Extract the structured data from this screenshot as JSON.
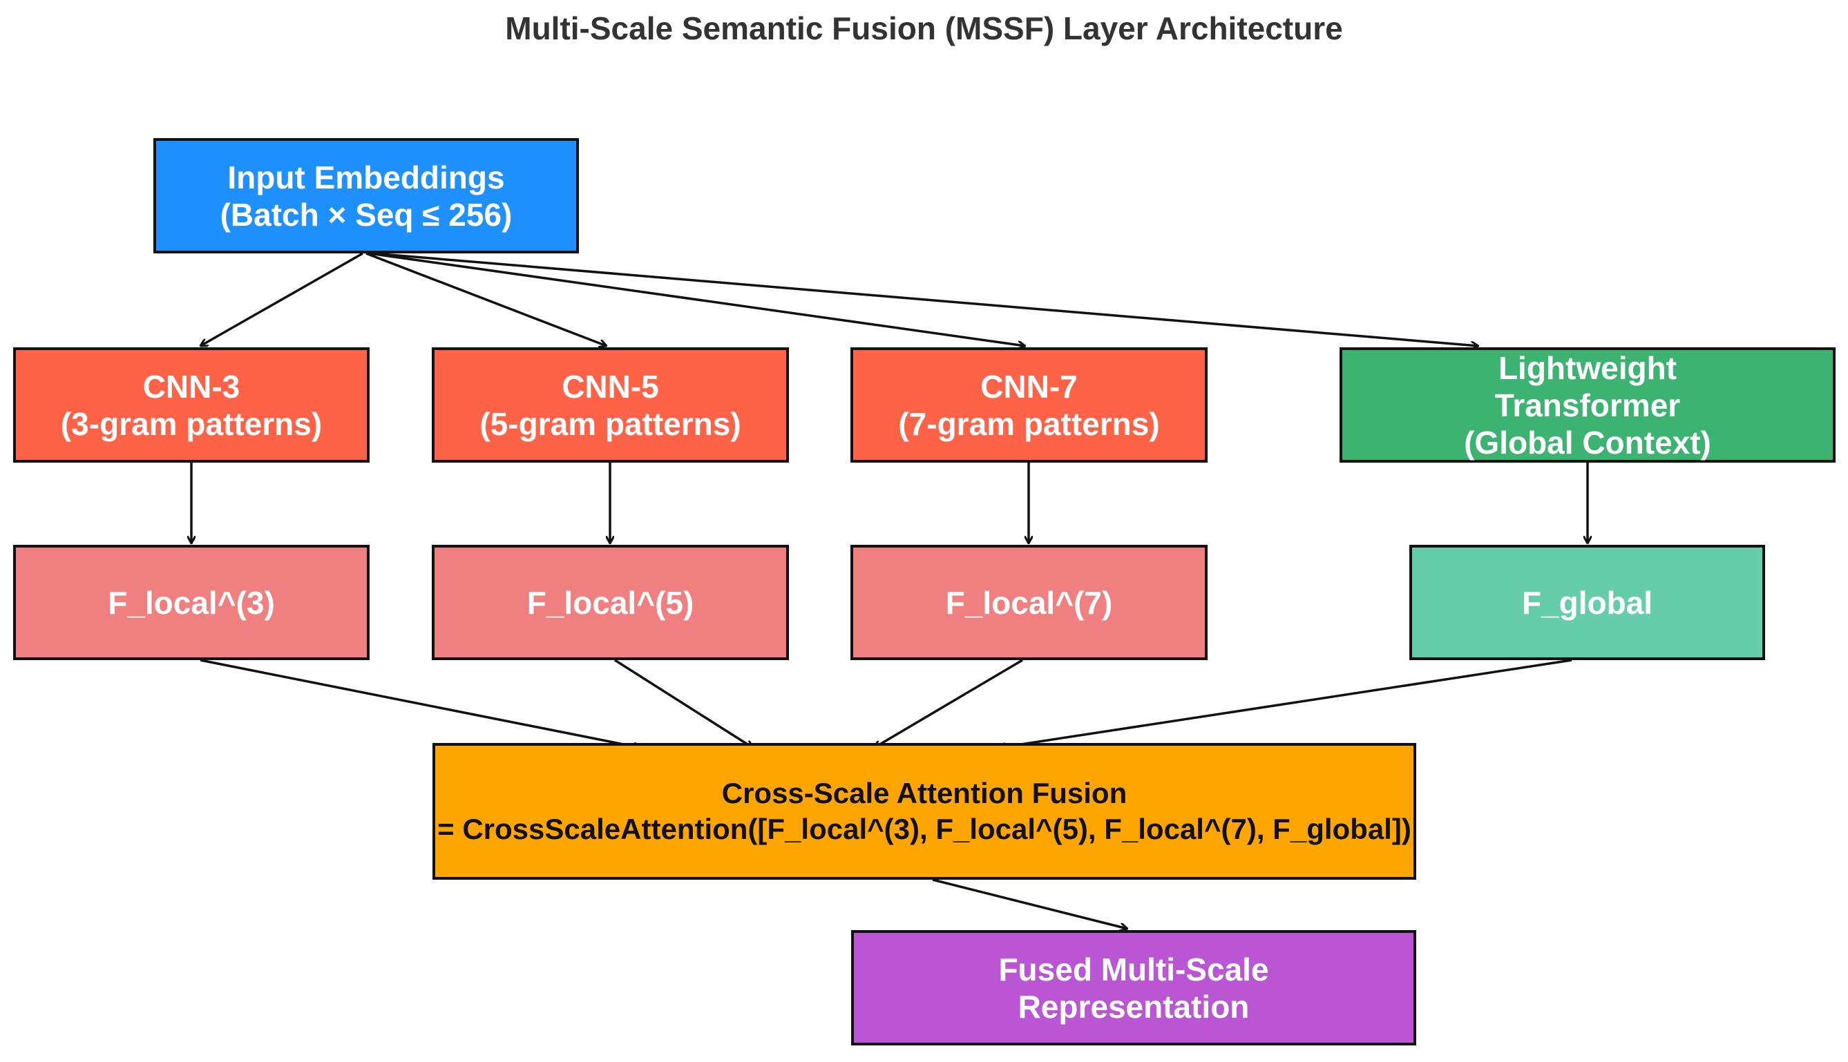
{
  "title": "Multi-Scale Semantic Fusion (MSSF) Layer Architecture",
  "colors": {
    "input": "#1E90FF",
    "cnn": "#FF6347",
    "local_feature": "#F08080",
    "transformer": "#3CB371",
    "global_feature": "#66CDAA",
    "fusion": "#FFA500",
    "output": "#BA55D3",
    "border": "#111111",
    "title_text": "#333333"
  },
  "nodes": {
    "input": "Input Embeddings\n(Batch × Seq ≤ 256)",
    "cnn3": "CNN-3\n(3-gram patterns)",
    "cnn5": "CNN-5\n(5-gram patterns)",
    "cnn7": "CNN-7\n(7-gram patterns)",
    "transformer": "Lightweight\nTransformer\n(Global Context)",
    "flocal3": "F_local^(3)",
    "flocal5": "F_local^(5)",
    "flocal7": "F_local^(7)",
    "fglobal": "F_global",
    "fusion": "Cross-Scale Attention Fusion\n= CrossScaleAttention([F_local^(3), F_local^(5), F_local^(7), F_global])",
    "fused": "Fused Multi-Scale\nRepresentation"
  }
}
